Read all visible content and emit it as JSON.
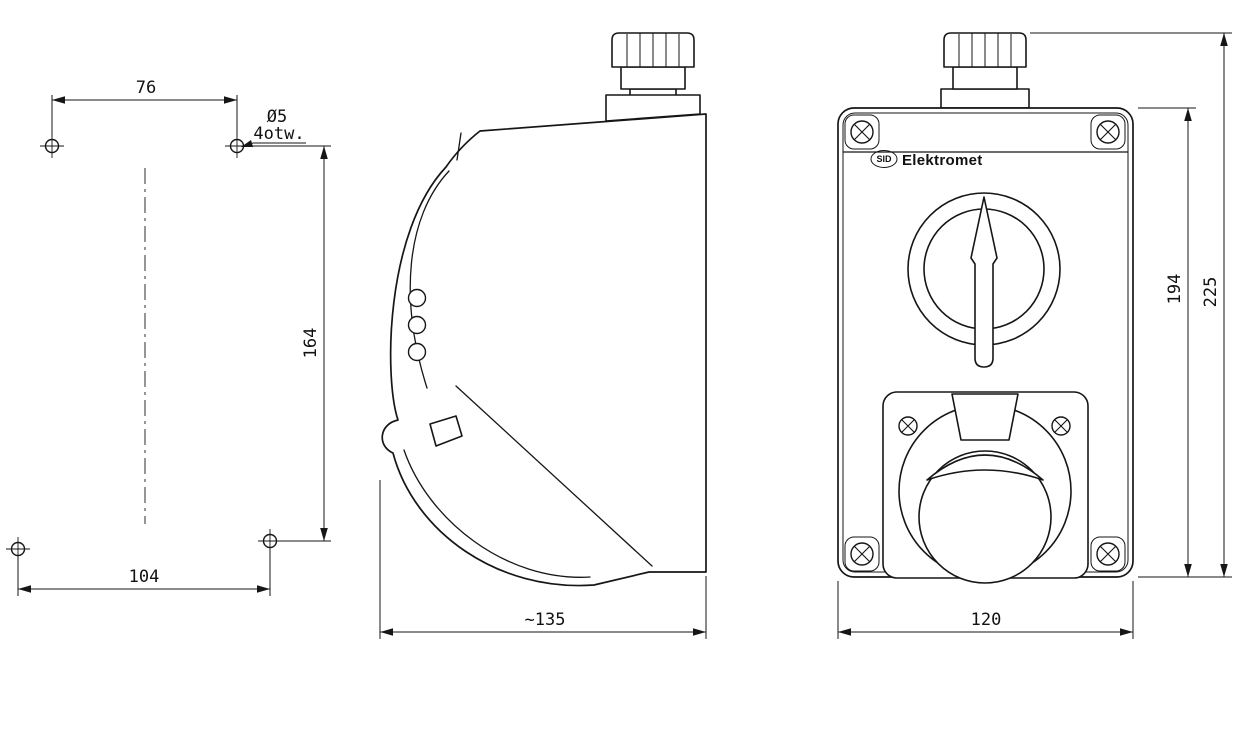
{
  "drawing": {
    "brand": {
      "logo": "SID",
      "name": "Elektromet"
    },
    "dims": {
      "top_hole_spacing": "76",
      "hole_diameter": "Ø5",
      "hole_count": "4otw.",
      "vertical_hole_spacing": "164",
      "bottom_hole_spacing": "104",
      "depth": "~135",
      "width": "120",
      "body_height": "194",
      "overall_height": "225"
    }
  }
}
